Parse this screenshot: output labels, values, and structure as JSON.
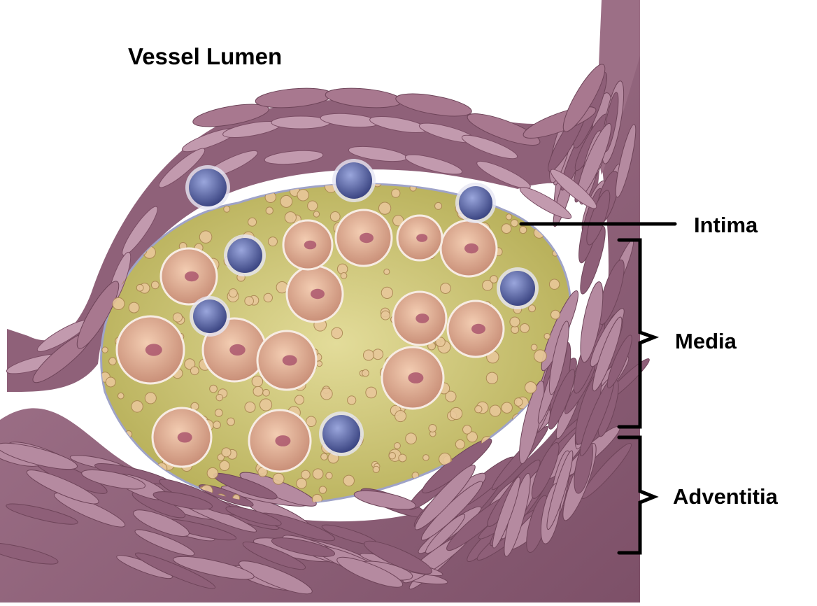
{
  "labels": {
    "lumen": "Vessel Lumen",
    "intima": "Intima",
    "media": "Media",
    "adventitia": "Adventitia"
  },
  "colors": {
    "wall": "#9c6c84",
    "wall_dark": "#6e4459",
    "plaque_matrix": "#c9c06c",
    "foam_cell": "#d9a78c",
    "lipid_droplet": "#e8c79a",
    "immune_cell": "#5d6aa8",
    "adventitia": "#caa0ad"
  }
}
